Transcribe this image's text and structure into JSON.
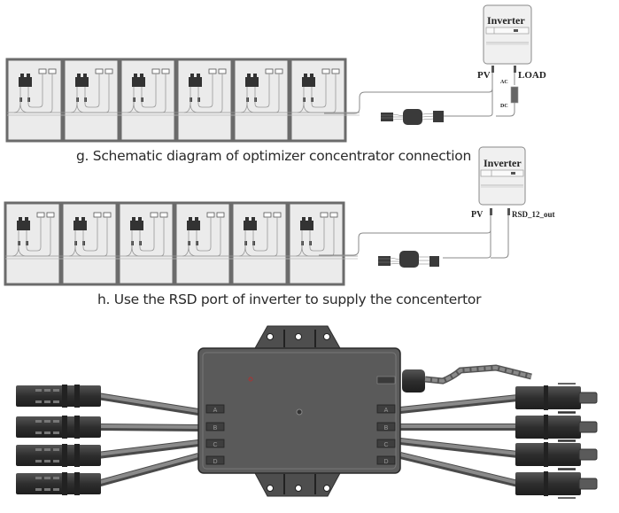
{
  "diagram_g": {
    "caption": "g. Schematic diagram of optimizer concentrator connection",
    "panel_count": 6,
    "inverter": {
      "title": "Inverter",
      "port_left": "PV",
      "port_right": "LOAD",
      "label_ac": "AC",
      "label_dc": "DC"
    }
  },
  "diagram_h": {
    "caption": "h. Use the RSD port of inverter to supply the concentertor",
    "panel_count": 6,
    "inverter": {
      "title": "Inverter",
      "port_left": "PV",
      "port_right": "RSD_12_out"
    }
  },
  "concentrator": {
    "left_port_labels": [
      "A",
      "B",
      "C",
      "D"
    ],
    "right_port_labels": [
      "A",
      "B",
      "C",
      "D"
    ],
    "input_connectors": 4,
    "output_connectors": 4
  },
  "colors": {
    "panel_frame": "#6b6b6b",
    "panel_fill": "#ebebeb",
    "device_body": "#5a5a5a",
    "device_dark": "#3a3a3a",
    "cable": "#8a8a8a",
    "text": "#2a2a2a"
  }
}
